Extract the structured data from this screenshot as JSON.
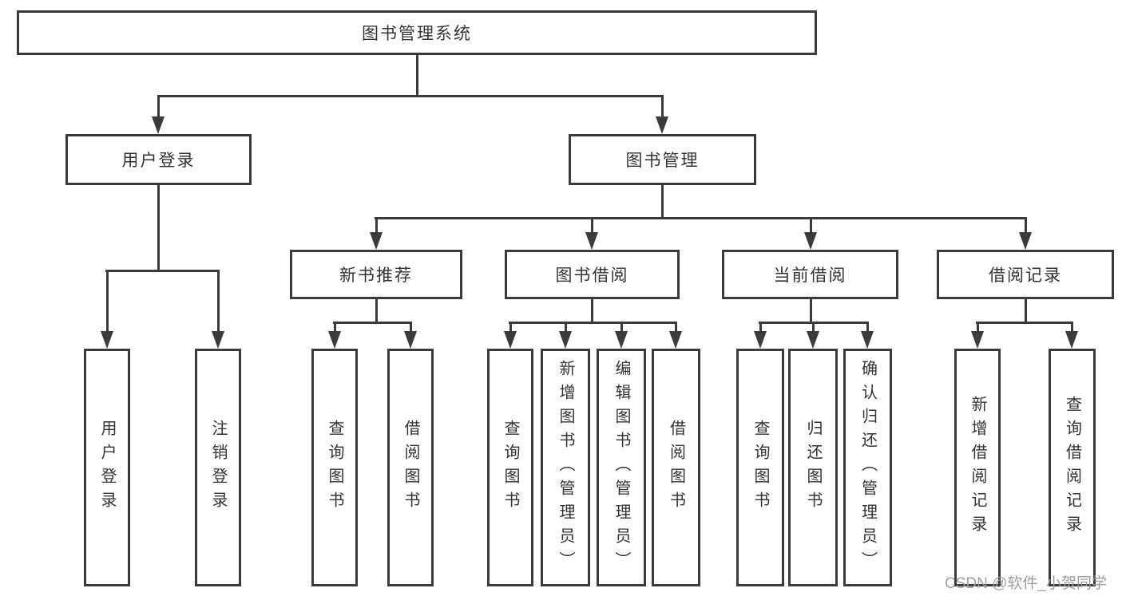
{
  "colors": {
    "line": "#3b3b3b",
    "text": "#333333",
    "box_background": "#ffffff",
    "watermark": "#9e9e9e",
    "background": "#ffffff"
  },
  "watermark": {
    "text": "CSDN @软件_小贺同学"
  },
  "tree": {
    "label": "图书管理系统",
    "children": [
      {
        "label": "用户登录",
        "children": [
          {
            "label": "用户登录"
          },
          {
            "label": "注销登录"
          }
        ]
      },
      {
        "label": "图书管理",
        "children": [
          {
            "label": "新书推荐",
            "children": [
              {
                "label": "查询图书"
              },
              {
                "label": "借阅图书"
              }
            ]
          },
          {
            "label": "图书借阅",
            "children": [
              {
                "label": "查询图书"
              },
              {
                "label": "新增图书（管理员）"
              },
              {
                "label": "编辑图书（管理员）"
              },
              {
                "label": "借阅图书"
              }
            ]
          },
          {
            "label": "当前借阅",
            "children": [
              {
                "label": "查询图书"
              },
              {
                "label": "归还图书"
              },
              {
                "label": "确认归还（管理员）"
              }
            ]
          },
          {
            "label": "借阅记录",
            "children": [
              {
                "label": "新增借阅记录"
              },
              {
                "label": "查询借阅记录"
              }
            ]
          }
        ]
      }
    ]
  }
}
